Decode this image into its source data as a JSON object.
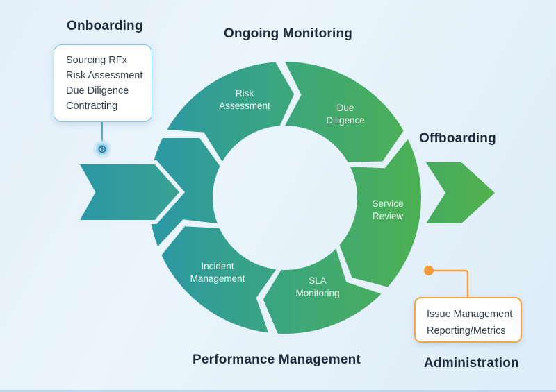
{
  "title_labels": {
    "onboarding": "Onboarding",
    "ongoing_monitoring": "Ongoing Monitoring",
    "offboarding": "Offboarding",
    "performance_management": "Performance Management",
    "administration": "Administration"
  },
  "onboarding_callout": {
    "items": [
      "Sourcing RFx",
      "Risk Assessment",
      "Due Diligence",
      "Contracting"
    ]
  },
  "administration_callout": {
    "items": [
      "Issue Management",
      "Reporting/Metrics"
    ]
  },
  "cycle_segments": [
    {
      "id": "risk-assessment",
      "line1": "Risk",
      "line2": "Assessment"
    },
    {
      "id": "due-diligence",
      "line1": "Due",
      "line2": "Diligence"
    },
    {
      "id": "service-review",
      "line1": "Service",
      "line2": "Review"
    },
    {
      "id": "sla-monitoring",
      "line1": "SLA",
      "line2": "Monitoring"
    },
    {
      "id": "incident-management",
      "line1": "Incident",
      "line2": "Management"
    }
  ],
  "colors": {
    "teal": "#2b97a6",
    "green": "#4db052",
    "accent_blue": "#74c6e4",
    "accent_orange": "#f5a03e",
    "heading_text": "#1d2a3a",
    "body_text": "#31404f",
    "ring_label": "#eef8f3",
    "background": "#e6f1fa"
  }
}
